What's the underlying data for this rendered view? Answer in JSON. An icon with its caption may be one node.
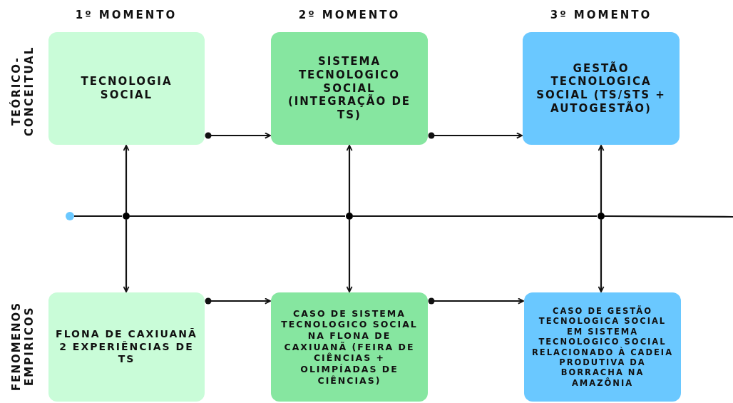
{
  "diagram": {
    "nodes": [
      {
        "text": [
          "TECNOLOGIA SOCIAL"
        ]
      },
      {
        "text": [
          "SISTEMA TECNOLOGICO SOCIAL (INTEGRAÇÃO DE TS)"
        ]
      },
      {
        "text": [
          "GESTÃO TECNOLOGICA SOCIAL (TS/STS + AUTOGESTÃO)"
        ]
      },
      {
        "text": [],
        "shape": "circle"
      },
      {
        "text": [],
        "shape": "circle"
      },
      {
        "text": [],
        "shape": "circle"
      },
      {
        "text": [],
        "shape": "circle"
      },
      {
        "text": [
          "FLONA DE CAXIUANÃ",
          "2 EXPERIÊNCIAS DE TS"
        ]
      },
      {
        "text": [
          "CASO DE SISTEMA TECNOLOGICO SOCIAL NA FLONA DE CAXIUANÃ (FEIRA DE CIÊNCIAS + OLIMPÍADAS DE CIÊNCIAS)"
        ]
      },
      {
        "text": [
          "CASO DE GESTÃO TECNOLOGICA SOCIAL EM SISTEMA TECNOLOGICO SOCIAL RELACIONADO À CADEIA PRODUTIVA DA BORRACHA NA AMAZÔNIA"
        ]
      }
    ],
    "edges": [
      {
        "from": 3,
        "to": 4,
        "arrow": "none"
      },
      {
        "from": 4,
        "to": 5,
        "arrow": "none"
      },
      {
        "from": 5,
        "to": 6,
        "arrow": "none"
      },
      {
        "from": 6,
        "to": null,
        "arrow": "none"
      },
      {
        "from": 4,
        "to": 0,
        "arrow": "to"
      },
      {
        "from": 4,
        "to": 7,
        "arrow": "to"
      },
      {
        "from": 5,
        "to": 1,
        "arrow": "to"
      },
      {
        "from": 5,
        "to": 8,
        "arrow": "to"
      },
      {
        "from": 6,
        "to": 2,
        "arrow": "to"
      },
      {
        "from": 6,
        "to": 9,
        "arrow": "to"
      },
      {
        "from": 0,
        "to": 1,
        "arrow": "to"
      },
      {
        "from": 1,
        "to": 2,
        "arrow": "to"
      },
      {
        "from": 7,
        "to": 8,
        "arrow": "to"
      },
      {
        "from": 8,
        "to": 9,
        "arrow": "to"
      }
    ],
    "labels": [
      "1º MOMENTO",
      "2º MOMENTO",
      "3º MOMENTO",
      "TEÓRICO-CONCEITUAL",
      "FENOMENOS EMPIRICOS"
    ]
  }
}
